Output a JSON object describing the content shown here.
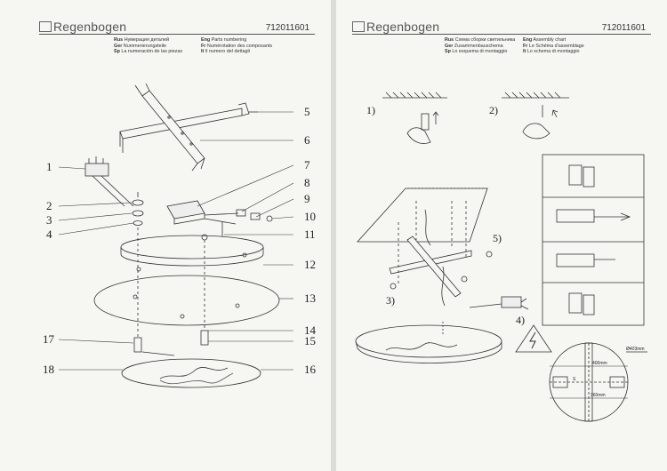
{
  "left_page": {
    "brand": "Regenbogen",
    "code": "712011601",
    "langs": [
      {
        "code": "Rus",
        "text": "Нумерация деталей"
      },
      {
        "code": "Ger",
        "text": "Nummerierungsteile"
      },
      {
        "code": "Sp",
        "text": "La numeración de las piezas"
      }
    ],
    "langs2": [
      {
        "code": "Eng",
        "text": "Parts numbering"
      },
      {
        "code": "Fr",
        "text": "Numérotation des composants"
      },
      {
        "code": "It",
        "text": "Il numero del dettagli"
      }
    ],
    "part_numbers": [
      "1",
      "2",
      "3",
      "4",
      "5",
      "6",
      "7",
      "8",
      "9",
      "10",
      "11",
      "12",
      "13",
      "14",
      "15",
      "16",
      "17",
      "18"
    ]
  },
  "right_page": {
    "brand": "Regenbogen",
    "code": "712011601",
    "langs": [
      {
        "code": "Rus",
        "text": "Схема сборки светильника"
      },
      {
        "code": "Ger",
        "text": "Zusammenbauschema"
      },
      {
        "code": "Sp",
        "text": "Lo esquema di montaggio"
      }
    ],
    "langs2": [
      {
        "code": "Eng",
        "text": "Assembly chart"
      },
      {
        "code": "Fr",
        "text": "Le Schéma d'assemblage"
      },
      {
        "code": "It",
        "text": "Lo schema di montaggio"
      }
    ],
    "steps": [
      "1)",
      "2)",
      "3)",
      "4)",
      "5)"
    ],
    "dimensions": {
      "diameter": "Ø403mm",
      "width1": "400mm",
      "width2": "360mm",
      "hole": "S"
    }
  }
}
